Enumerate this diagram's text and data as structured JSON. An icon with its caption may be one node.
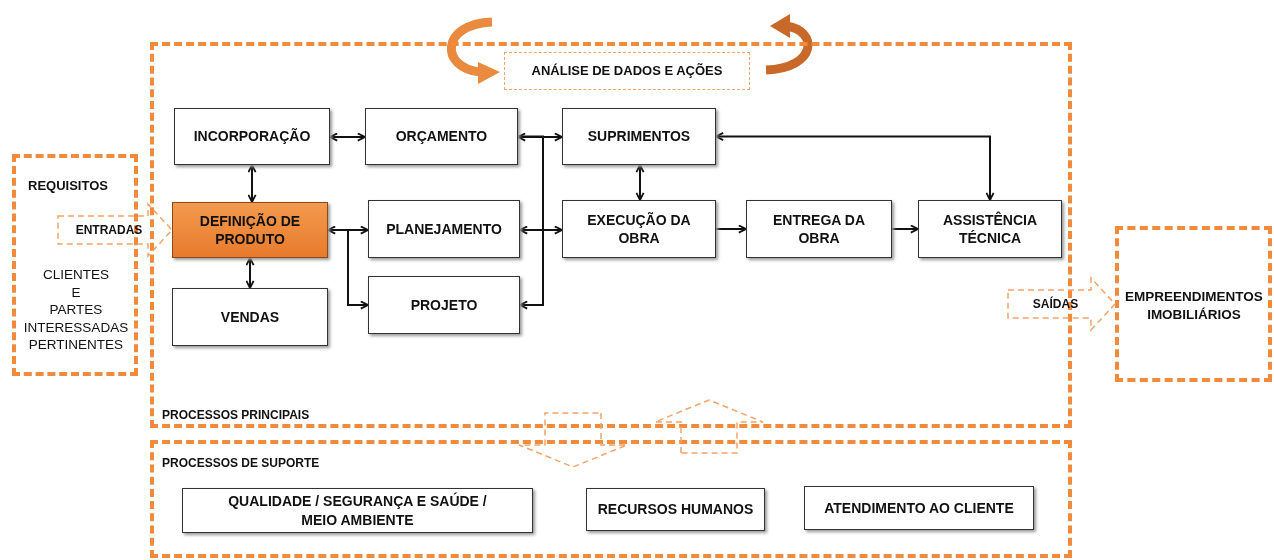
{
  "diagram": {
    "nodes": [
      {
        "text": [
          "PROCESSOS PRINCIPAIS"
        ]
      },
      {
        "text": [
          "ANÁLISE DE DADOS E AÇÕES"
        ],
        "in": 0
      },
      {
        "text": [
          "INCORPORAÇÃO"
        ],
        "in": 0
      },
      {
        "text": [
          "ORÇAMENTO"
        ],
        "in": 0
      },
      {
        "text": [
          "SUPRIMENTOS"
        ],
        "in": 0
      },
      {
        "text": [
          "DEFINIÇÃO DE PRODUTO"
        ],
        "in": 0
      },
      {
        "text": [
          "PLANEJAMENTO"
        ],
        "in": 0
      },
      {
        "text": [
          "EXECUÇÃO DA OBRA"
        ],
        "in": 0
      },
      {
        "text": [
          "ENTREGA DA OBRA"
        ],
        "in": 0
      },
      {
        "text": [
          "ASSISTÊNCIA TÉCNICA"
        ],
        "in": 0
      },
      {
        "text": [
          "VENDAS"
        ],
        "in": 0
      },
      {
        "text": [
          "PROJETO"
        ],
        "in": 0
      },
      {
        "text": [
          "REQUISITOS",
          "CLIENTES E PARTES INTERESSADAS PERTINENTES"
        ]
      },
      {
        "text": [
          "EMPREENDIMENTOS IMOBILIÁRIOS"
        ]
      },
      {
        "text": [
          "PROCESSOS DE SUPORTE"
        ]
      },
      {
        "text": [
          "QUALIDADE / SEGURANÇA E SAÚDE / MEIO AMBIENTE"
        ],
        "in": 14
      },
      {
        "text": [
          "RECURSOS HUMANOS"
        ],
        "in": 14
      },
      {
        "text": [
          "ATENDIMENTO AO CLIENTE"
        ],
        "in": 14
      }
    ],
    "edges": [
      {
        "from": 2,
        "to": 5,
        "arrow": "both"
      },
      {
        "from": 5,
        "to": 10,
        "arrow": "both"
      },
      {
        "from": 2,
        "to": 3,
        "arrow": "both"
      },
      {
        "from": 5,
        "to": 6,
        "arrow": "both"
      },
      {
        "from": 5,
        "to": 11,
        "arrow": "to"
      },
      {
        "from": 3,
        "to": 4,
        "arrow": "both"
      },
      {
        "from": 6,
        "to": 7,
        "arrow": "both"
      },
      {
        "from": 3,
        "to": 11,
        "arrow": "to"
      },
      {
        "from": 4,
        "to": 7,
        "arrow": "both"
      },
      {
        "from": 7,
        "to": 8,
        "arrow": "to"
      },
      {
        "from": 8,
        "to": 9,
        "arrow": "to"
      },
      {
        "from": 9,
        "to": 4,
        "arrow": "both"
      },
      {
        "from": 12,
        "to": 5,
        "arrow": "to",
        "label": "ENTRADAS",
        "style": "dashed",
        "color": "#f4a46a"
      },
      {
        "from": 0,
        "to": 13,
        "arrow": "to",
        "label": "SAÍDAS",
        "style": "dashed",
        "color": "#f4a46a"
      },
      {
        "from": 0,
        "to": 14,
        "arrow": "to",
        "style": "dashed",
        "color": "#f4a46a"
      },
      {
        "from": 14,
        "to": 0,
        "arrow": "to",
        "style": "dashed",
        "color": "#f4a46a"
      }
    ]
  }
}
